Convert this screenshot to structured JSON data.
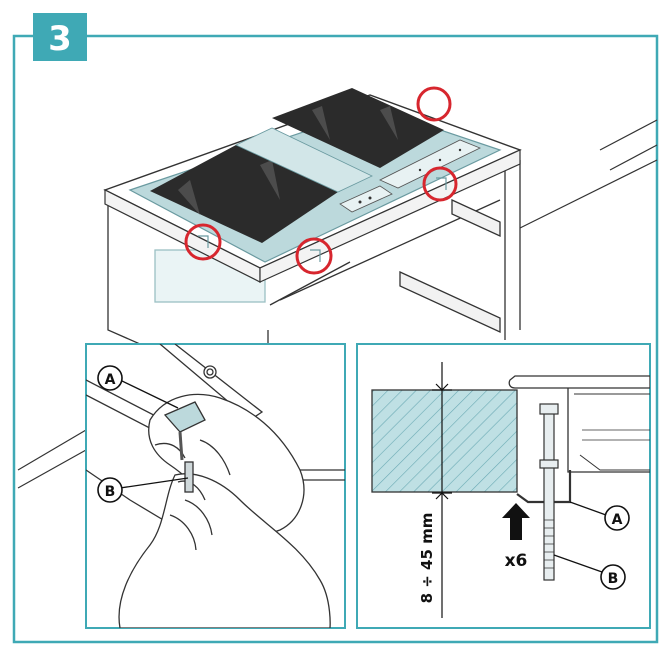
{
  "step": {
    "number": "3"
  },
  "detail_left": {
    "label_a": "A",
    "label_b": "B"
  },
  "detail_right": {
    "dimension": "8 ÷ 45 mm",
    "quantity": "x6",
    "label_a": "A",
    "label_b": "B"
  },
  "colors": {
    "frame": "#3fa9b5",
    "badge": "#3fa9b5",
    "glass_frame": "#bcd9dc",
    "glass": "#2b2b2b",
    "highlight": "#d7262e",
    "worktop_hatch": "#9ccbd2"
  },
  "icons": {
    "highlight_marks": "red-circle-icon",
    "arrow": "arrow-up-icon"
  }
}
